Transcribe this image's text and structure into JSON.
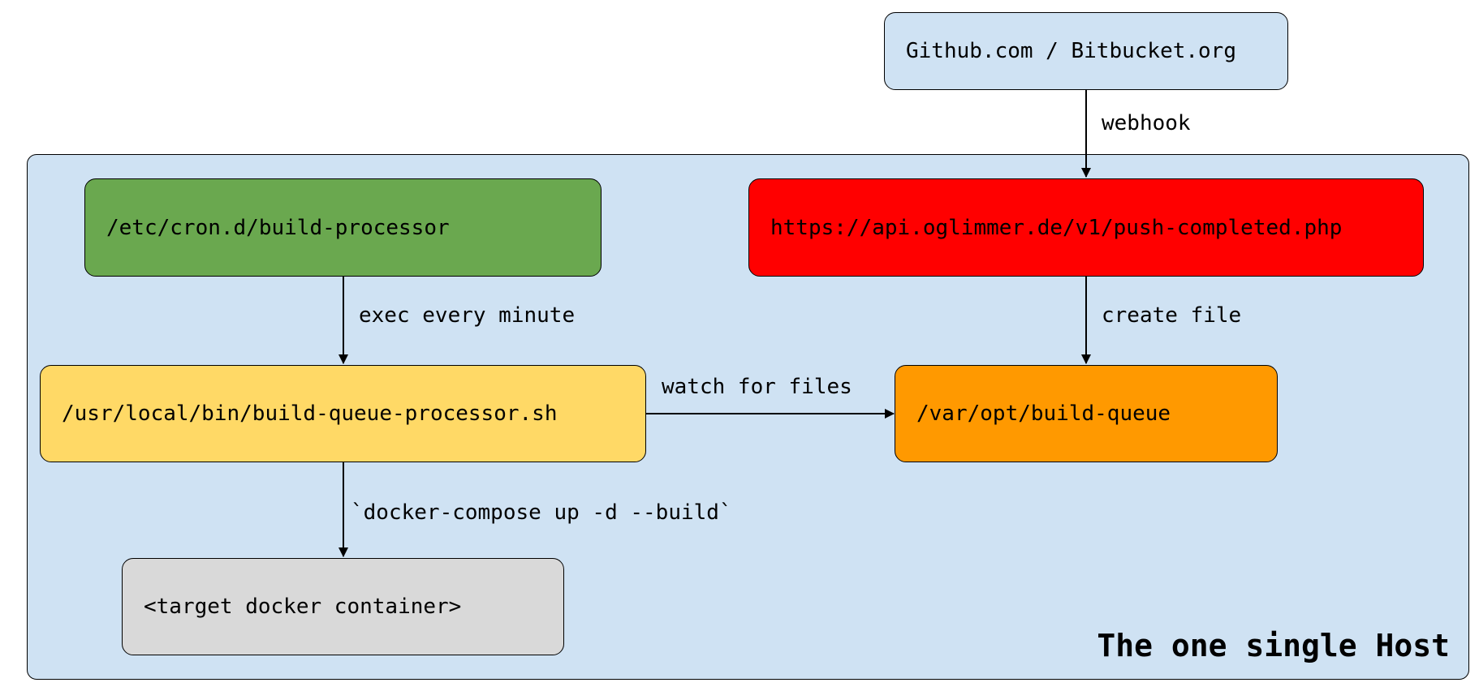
{
  "diagram": {
    "host_title": "The one single Host",
    "nodes": {
      "github": {
        "label": "Github.com / Bitbucket.org",
        "color": "#cfe2f3"
      },
      "cron": {
        "label": "/etc/cron.d/build-processor",
        "color": "#6aa84f"
      },
      "api": {
        "label": "https://api.oglimmer.de/v1/push-completed.php",
        "color": "#ff0000"
      },
      "processor": {
        "label": "/usr/local/bin/build-queue-processor.sh",
        "color": "#ffd966"
      },
      "queue": {
        "label": "/var/opt/build-queue",
        "color": "#ff9900"
      },
      "target": {
        "label": "<target docker container>",
        "color": "#d9d9d9"
      }
    },
    "edges": {
      "webhook": "webhook",
      "exec": "exec every minute",
      "create_file": "create file",
      "watch": "watch for files",
      "compose": "`docker-compose up -d --build`"
    },
    "host_color": "#cfe2f3"
  }
}
